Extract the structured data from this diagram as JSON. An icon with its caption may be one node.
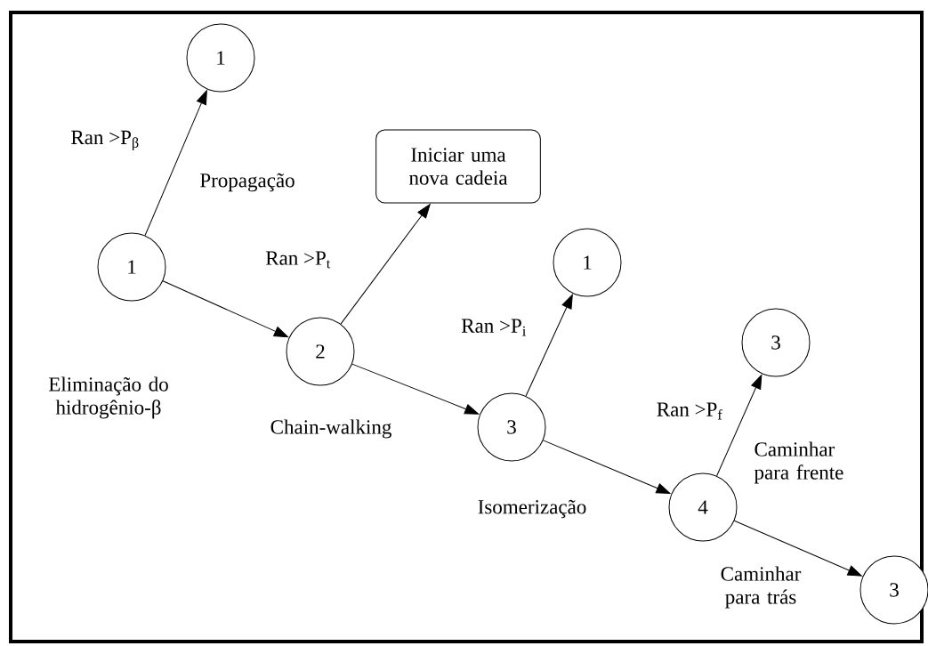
{
  "diagram": {
    "nodes": [
      {
        "text": [
          "1"
        ]
      },
      {
        "text": [
          "1"
        ]
      },
      {
        "text": [
          "Iniciar uma nova cadeia"
        ]
      },
      {
        "text": [
          "2"
        ]
      },
      {
        "text": [
          "1"
        ]
      },
      {
        "text": [
          "3"
        ]
      },
      {
        "text": [
          "3"
        ]
      },
      {
        "text": [
          "4"
        ]
      },
      {
        "text": [
          "3"
        ]
      }
    ],
    "edges": [
      {
        "from": 1,
        "to": 0,
        "arrow": "to",
        "label": "Ran >P$_{β}$"
      },
      {
        "from": 1,
        "to": 3,
        "arrow": "to",
        "label": "Eliminação do hidrogênio-β"
      },
      {
        "from": 3,
        "to": 2,
        "arrow": "to",
        "label": "Ran >P$_{t}$"
      },
      {
        "from": 3,
        "to": 5,
        "arrow": "to",
        "label": "Chain-walking"
      },
      {
        "from": 5,
        "to": 4,
        "arrow": "to",
        "label": "Ran >P$_{i}$"
      },
      {
        "from": 5,
        "to": 7,
        "arrow": "to",
        "label": "Isomerização"
      },
      {
        "from": 7,
        "to": 6,
        "arrow": "to",
        "label": "Ran >P$_{f}$"
      },
      {
        "from": 7,
        "to": 8,
        "arrow": "to",
        "label": "Caminhar para trás"
      }
    ],
    "labels": [
      "Propagação",
      "Caminhar para frente"
    ]
  }
}
